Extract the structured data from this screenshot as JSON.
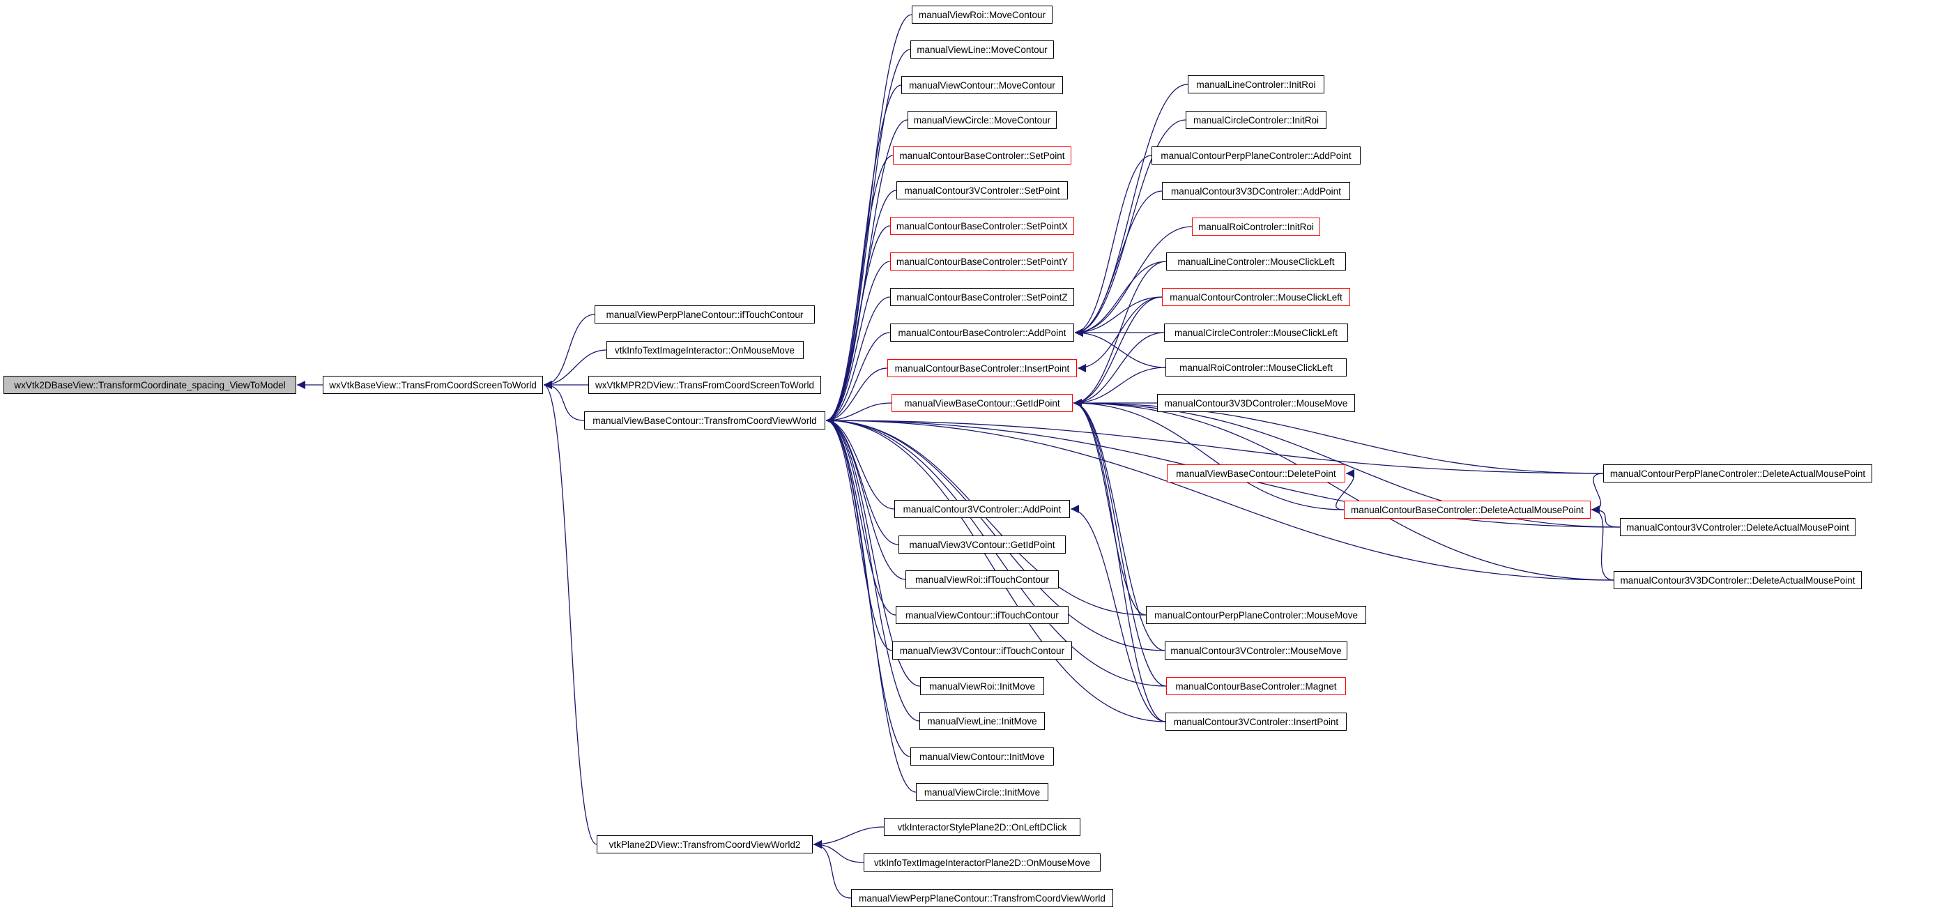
{
  "diagram": {
    "edge_color": "#191970",
    "highlight_border_color": "#ff0000",
    "root_fill": "#bfbfbf",
    "nodes": [
      {
        "id": "root",
        "label": "wxVtk2DBaseView::TransformCoordinate_spacing_ViewToModel",
        "red": false
      },
      {
        "id": "n_wxbase",
        "label": "wxVtkBaseView::TransFromCoordScreenToWorld",
        "red": false
      },
      {
        "id": "n_perp_iftouch",
        "label": "manualViewPerpPlaneContour::ifTouchContour",
        "red": false
      },
      {
        "id": "n_vtkinfo_mm",
        "label": "vtkInfoTextImageInteractor::OnMouseMove",
        "red": false
      },
      {
        "id": "n_mpr",
        "label": "wxVtkMPR2DView::TransFromCoordScreenToWorld",
        "red": false
      },
      {
        "id": "n_tcvw",
        "label": "manualViewBaseContour::TransfromCoordViewWorld",
        "red": false
      },
      {
        "id": "n_plane2d",
        "label": "vtkPlane2DView::TransfromCoordViewWorld2",
        "red": false
      },
      {
        "id": "n_roi_mc",
        "label": "manualViewRoi::MoveContour",
        "red": false
      },
      {
        "id": "n_line_mc",
        "label": "manualViewLine::MoveContour",
        "red": false
      },
      {
        "id": "n_contour_mc",
        "label": "manualViewContour::MoveContour",
        "red": false
      },
      {
        "id": "n_circle_mc",
        "label": "manualViewCircle::MoveContour",
        "red": false
      },
      {
        "id": "n_mcbc_sp",
        "label": "manualContourBaseControler::SetPoint",
        "red": true
      },
      {
        "id": "n_mc3v_sp",
        "label": "manualContour3VControler::SetPoint",
        "red": false
      },
      {
        "id": "n_mcbc_spx",
        "label": "manualContourBaseControler::SetPointX",
        "red": true
      },
      {
        "id": "n_mcbc_spy",
        "label": "manualContourBaseControler::SetPointY",
        "red": true
      },
      {
        "id": "n_mcbc_spz",
        "label": "manualContourBaseControler::SetPointZ",
        "red": false
      },
      {
        "id": "n_mcbc_ap",
        "label": "manualContourBaseControler::AddPoint",
        "red": false
      },
      {
        "id": "n_mcbc_ip",
        "label": "manualContourBaseControler::InsertPoint",
        "red": true
      },
      {
        "id": "n_vbc_gip",
        "label": "manualViewBaseContour::GetIdPoint",
        "red": true
      },
      {
        "id": "n_mc3v_ap",
        "label": "manualContour3VControler::AddPoint",
        "red": false
      },
      {
        "id": "n_v3v_gip",
        "label": "manualView3VContour::GetIdPoint",
        "red": false
      },
      {
        "id": "n_roi_iftouch",
        "label": "manualViewRoi::ifTouchContour",
        "red": false
      },
      {
        "id": "n_contour_iftouch",
        "label": "manualViewContour::ifTouchContour",
        "red": false
      },
      {
        "id": "n_v3v_iftouch",
        "label": "manualView3VContour::ifTouchContour",
        "red": false
      },
      {
        "id": "n_roi_im",
        "label": "manualViewRoi::InitMove",
        "red": false
      },
      {
        "id": "n_line_im",
        "label": "manualViewLine::InitMove",
        "red": false
      },
      {
        "id": "n_contour_im",
        "label": "manualViewContour::InitMove",
        "red": false
      },
      {
        "id": "n_circle_im",
        "label": "manualViewCircle::InitMove",
        "red": false
      },
      {
        "id": "n_isp2d",
        "label": "vtkInteractorStylePlane2D::OnLeftDClick",
        "red": false
      },
      {
        "id": "n_vtkinfop2d",
        "label": "vtkInfoTextImageInteractorPlane2D::OnMouseMove",
        "red": false
      },
      {
        "id": "n_perp_tcvw",
        "label": "manualViewPerpPlaneContour::TransfromCoordViewWorld",
        "red": false
      },
      {
        "id": "n_linec_ir",
        "label": "manualLineControler::InitRoi",
        "red": false
      },
      {
        "id": "n_circc_ir",
        "label": "manualCircleControler::InitRoi",
        "red": false
      },
      {
        "id": "n_perpc_ap",
        "label": "manualContourPerpPlaneControler::AddPoint",
        "red": false
      },
      {
        "id": "n_mc3v3d_ap",
        "label": "manualContour3V3DControler::AddPoint",
        "red": false
      },
      {
        "id": "n_roic_ir",
        "label": "manualRoiControler::InitRoi",
        "red": true
      },
      {
        "id": "n_linec_mcl",
        "label": "manualLineControler::MouseClickLeft",
        "red": false
      },
      {
        "id": "n_contc_mcl",
        "label": "manualContourControler::MouseClickLeft",
        "red": true
      },
      {
        "id": "n_circc_mcl",
        "label": "manualCircleControler::MouseClickLeft",
        "red": false
      },
      {
        "id": "n_roic_mcl",
        "label": "manualRoiControler::MouseClickLeft",
        "red": false
      },
      {
        "id": "n_mc3v3d_mm",
        "label": "manualContour3V3DControler::MouseMove",
        "red": false
      },
      {
        "id": "n_vbc_dp",
        "label": "manualViewBaseContour::DeletePoint",
        "red": true
      },
      {
        "id": "n_mcbc_damp",
        "label": "manualContourBaseControler::DeleteActualMousePoint",
        "red": true
      },
      {
        "id": "n_perpc_mm",
        "label": "manualContourPerpPlaneControler::MouseMove",
        "red": false
      },
      {
        "id": "n_mc3v_mm",
        "label": "manualContour3VControler::MouseMove",
        "red": false
      },
      {
        "id": "n_mcbc_mag",
        "label": "manualContourBaseControler::Magnet",
        "red": true
      },
      {
        "id": "n_mc3v_ip",
        "label": "manualContour3VControler::InsertPoint",
        "red": false
      },
      {
        "id": "n_perpc_damp",
        "label": "manualContourPerpPlaneControler::DeleteActualMousePoint",
        "red": false
      },
      {
        "id": "n_mc3v_damp",
        "label": "manualContour3VControler::DeleteActualMousePoint",
        "red": false
      },
      {
        "id": "n_mc3v3d_damp",
        "label": "manualContour3V3DControler::DeleteActualMousePoint",
        "red": false
      }
    ],
    "edges": [
      [
        "root",
        "n_wxbase"
      ],
      [
        "n_wxbase",
        "n_perp_iftouch"
      ],
      [
        "n_wxbase",
        "n_vtkinfo_mm"
      ],
      [
        "n_wxbase",
        "n_mpr"
      ],
      [
        "n_wxbase",
        "n_tcvw"
      ],
      [
        "n_wxbase",
        "n_plane2d"
      ],
      [
        "n_tcvw",
        "n_roi_mc"
      ],
      [
        "n_tcvw",
        "n_line_mc"
      ],
      [
        "n_tcvw",
        "n_contour_mc"
      ],
      [
        "n_tcvw",
        "n_circle_mc"
      ],
      [
        "n_tcvw",
        "n_mcbc_sp"
      ],
      [
        "n_tcvw",
        "n_mc3v_sp"
      ],
      [
        "n_tcvw",
        "n_mcbc_spx"
      ],
      [
        "n_tcvw",
        "n_mcbc_spy"
      ],
      [
        "n_tcvw",
        "n_mcbc_spz"
      ],
      [
        "n_tcvw",
        "n_mcbc_ap"
      ],
      [
        "n_tcvw",
        "n_mcbc_ip"
      ],
      [
        "n_tcvw",
        "n_vbc_gip"
      ],
      [
        "n_tcvw",
        "n_mc3v_ap"
      ],
      [
        "n_tcvw",
        "n_v3v_gip"
      ],
      [
        "n_tcvw",
        "n_roi_iftouch"
      ],
      [
        "n_tcvw",
        "n_contour_iftouch"
      ],
      [
        "n_tcvw",
        "n_v3v_iftouch"
      ],
      [
        "n_tcvw",
        "n_roi_im"
      ],
      [
        "n_tcvw",
        "n_line_im"
      ],
      [
        "n_tcvw",
        "n_contour_im"
      ],
      [
        "n_tcvw",
        "n_circle_im"
      ],
      [
        "n_tcvw",
        "n_perpc_mm"
      ],
      [
        "n_tcvw",
        "n_mc3v_mm"
      ],
      [
        "n_tcvw",
        "n_mcbc_mag"
      ],
      [
        "n_tcvw",
        "n_mc3v_ip"
      ],
      [
        "n_tcvw",
        "n_perpc_damp"
      ],
      [
        "n_tcvw",
        "n_mc3v_damp"
      ],
      [
        "n_tcvw",
        "n_mc3v3d_damp"
      ],
      [
        "n_plane2d",
        "n_isp2d"
      ],
      [
        "n_plane2d",
        "n_vtkinfop2d"
      ],
      [
        "n_plane2d",
        "n_perp_tcvw"
      ],
      [
        "n_mcbc_ap",
        "n_linec_ir"
      ],
      [
        "n_mcbc_ap",
        "n_circc_ir"
      ],
      [
        "n_mcbc_ap",
        "n_perpc_ap"
      ],
      [
        "n_mcbc_ap",
        "n_mc3v3d_ap"
      ],
      [
        "n_mcbc_ap",
        "n_roic_ir"
      ],
      [
        "n_mcbc_ap",
        "n_linec_mcl"
      ],
      [
        "n_mcbc_ap",
        "n_contc_mcl"
      ],
      [
        "n_mcbc_ap",
        "n_circc_mcl"
      ],
      [
        "n_mcbc_ap",
        "n_roic_mcl"
      ],
      [
        "n_mcbc_ip",
        "n_contc_mcl"
      ],
      [
        "n_vbc_gip",
        "n_linec_mcl"
      ],
      [
        "n_vbc_gip",
        "n_contc_mcl"
      ],
      [
        "n_vbc_gip",
        "n_circc_mcl"
      ],
      [
        "n_vbc_gip",
        "n_roic_mcl"
      ],
      [
        "n_vbc_gip",
        "n_mc3v3d_mm"
      ],
      [
        "n_vbc_gip",
        "n_perpc_mm"
      ],
      [
        "n_vbc_gip",
        "n_mc3v_mm"
      ],
      [
        "n_vbc_gip",
        "n_mcbc_mag"
      ],
      [
        "n_vbc_gip",
        "n_mc3v_ip"
      ],
      [
        "n_vbc_gip",
        "n_mcbc_damp"
      ],
      [
        "n_vbc_gip",
        "n_perpc_damp"
      ],
      [
        "n_vbc_gip",
        "n_mc3v_damp"
      ],
      [
        "n_vbc_gip",
        "n_mc3v3d_damp"
      ],
      [
        "n_mc3v_ap",
        "n_mc3v_ip"
      ],
      [
        "n_vbc_dp",
        "n_mcbc_damp"
      ],
      [
        "n_mcbc_damp",
        "n_perpc_damp"
      ],
      [
        "n_mcbc_damp",
        "n_mc3v_damp"
      ],
      [
        "n_mcbc_damp",
        "n_mc3v3d_damp"
      ]
    ]
  }
}
